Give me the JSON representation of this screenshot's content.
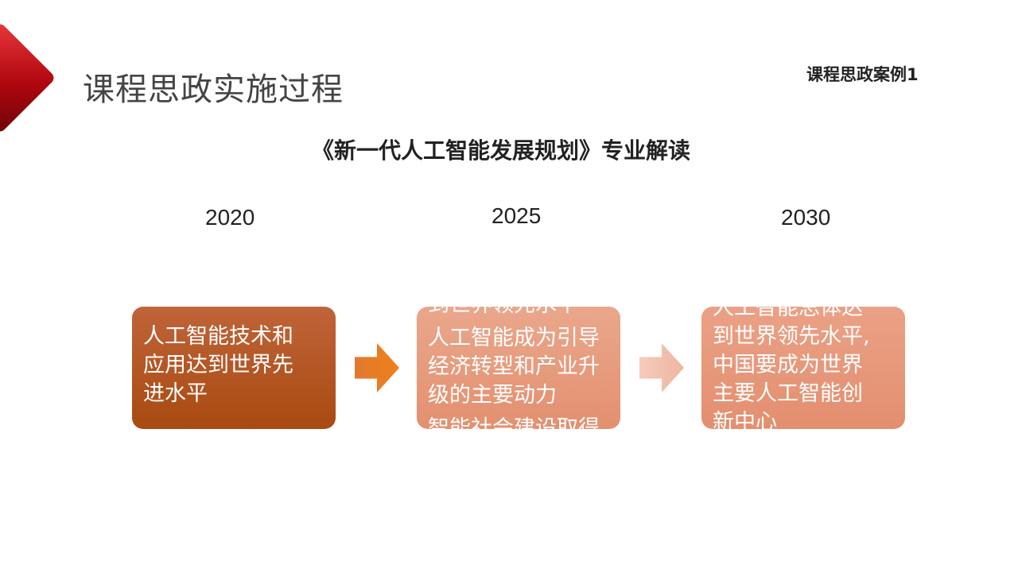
{
  "header": {
    "title": "课程思政实施过程",
    "case_label": "课程思政案例1"
  },
  "subtitle": "《新一代人工智能发展规划》专业解读",
  "timeline": [
    {
      "year": "2020",
      "lines": [
        "人工智能技术和",
        "应用达到世界先",
        "进水平"
      ]
    },
    {
      "year": "2025",
      "lines": [
        "到世界领先水平",
        "人工智能成为引导",
        "经济转型和产业升",
        "级的主要动力",
        "智能社会建设取得"
      ]
    },
    {
      "year": "2030",
      "lines": [
        "人工智能总体达",
        "到世界领先水平,",
        "中国要成为世界",
        "主要人工智能创",
        "新中心"
      ]
    }
  ]
}
